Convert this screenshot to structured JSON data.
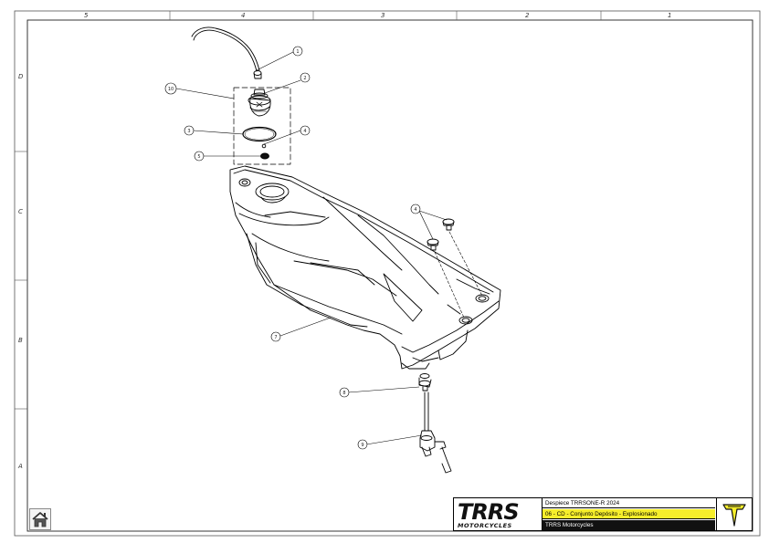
{
  "frame": {
    "top_zones": [
      "5",
      "4",
      "3",
      "2",
      "1"
    ],
    "side_zones": [
      "D",
      "C",
      "B",
      "A"
    ]
  },
  "callouts": [
    "1",
    "2",
    "10",
    "3",
    "4",
    "5",
    "4",
    "7",
    "8",
    "9"
  ],
  "title_block": {
    "brand_main": "TRRS",
    "brand_sub": "MOTORCYCLES",
    "row1": "Despiece TRRSONE-R 2024",
    "row2": "06 - CD - Conjunto Depósito - Explosionado",
    "row3": "TRRS Motorcycles"
  },
  "colors": {
    "highlight": "#f6ee2b",
    "dark": "#111111",
    "line": "#000000"
  },
  "icons": {
    "home": "home-icon",
    "mark": "trrs-t-mark-icon"
  }
}
